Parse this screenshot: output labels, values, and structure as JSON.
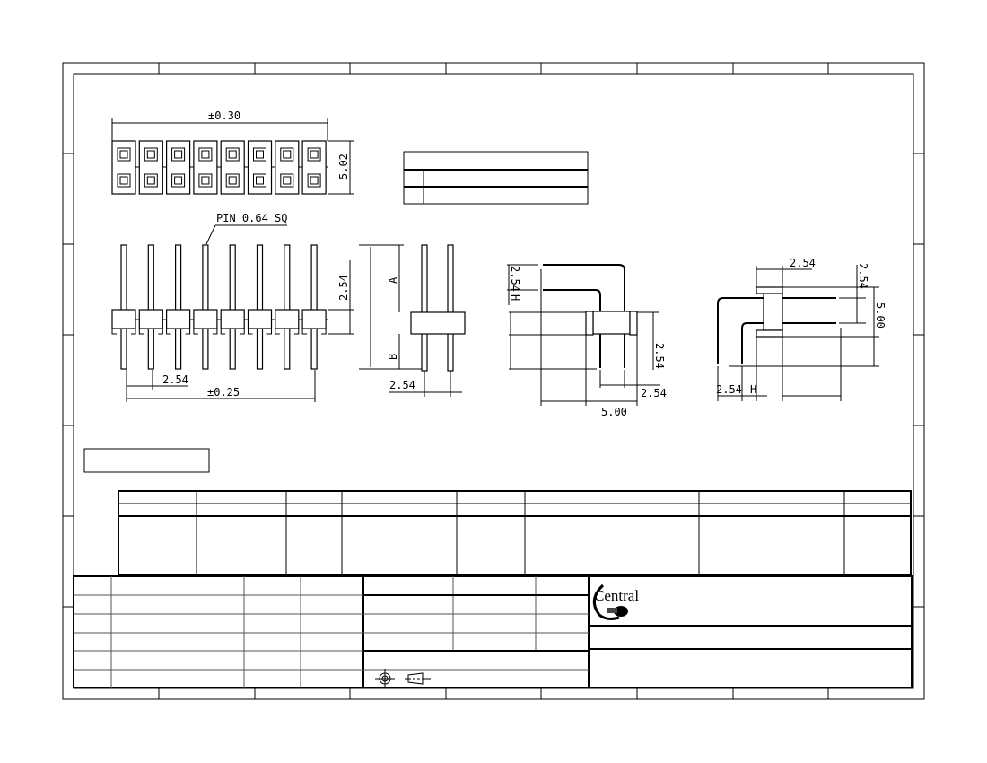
{
  "top_view": {
    "width_tolerance": "±0.30",
    "height_dim": "5.02",
    "pin_count": 8,
    "rows": 2
  },
  "front_view": {
    "pin_note": "PIN 0.64 SQ",
    "height_dim": "2.54",
    "pitch_dim": "2.54",
    "width_tolerance": "±0.25"
  },
  "side_view": {
    "label_a": "A",
    "label_b": "B",
    "pitch_dim": "2.54"
  },
  "right_angle_view_1": {
    "pitch_dim_v": "2.54",
    "label_h": "H",
    "body_dim": "2.54",
    "pitch_dim_h": "2.54",
    "overall_dim": "5.00"
  },
  "right_angle_view_2": {
    "top_dim": "2.54",
    "pitch_dim_v": "2.54",
    "height_dim": "5.00",
    "pitch_dim_h": "2.54",
    "label_h": "H"
  },
  "title_block": {
    "logo_text": "Central"
  }
}
